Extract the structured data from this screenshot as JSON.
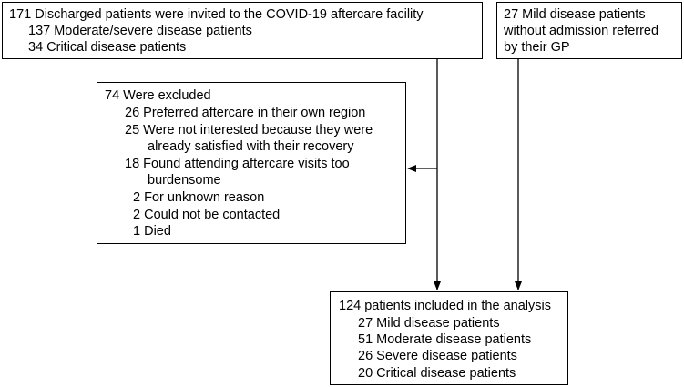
{
  "invited_box": {
    "title": "171 Discharged patients were invited to the COVID-19 aftercare facility",
    "lines": [
      "137 Moderate/severe disease patients",
      "34 Critical disease patients"
    ]
  },
  "gp_box": {
    "lines": [
      "27 Mild disease patients",
      "without admission referred",
      "by their GP"
    ]
  },
  "excluded_box": {
    "title": "74 Were excluded",
    "lines": [
      "26 Preferred aftercare in their own region",
      "25 Were not interested because they were",
      "already satisfied with their recovery",
      "18 Found attending aftercare visits too",
      "burdensome",
      "2 For unknown reason",
      "2 Could not be contacted",
      "1 Died"
    ]
  },
  "included_box": {
    "title": "124 patients included in the analysis",
    "lines": [
      "27 Mild disease patients",
      "51 Moderate disease patients",
      "26 Severe disease patients",
      "20 Critical disease patients"
    ]
  }
}
